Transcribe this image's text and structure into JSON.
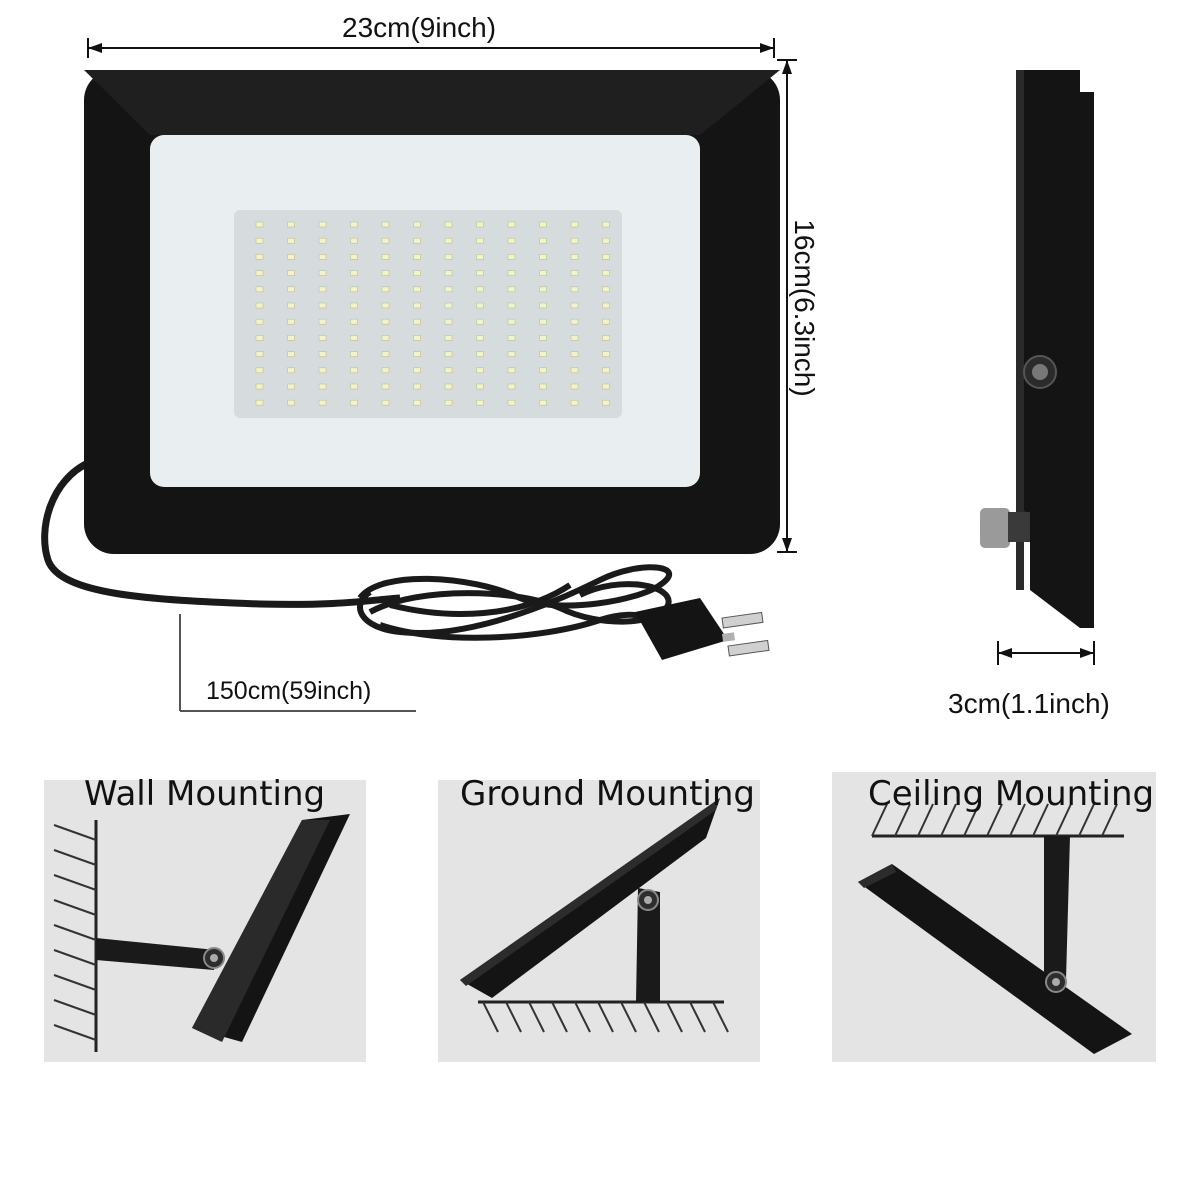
{
  "dimensions": {
    "width": "23cm(9inch)",
    "height": "16cm(6.3inch)",
    "depth": "3cm(1.1inch)",
    "cable": "150cm(59inch)"
  },
  "mounting": [
    {
      "label": "Wall Mounting"
    },
    {
      "label": "Ground Mounting"
    },
    {
      "label": "Ceiling Mounting"
    }
  ],
  "colors": {
    "housing": "#141414",
    "diffuser": "#e9eef0",
    "led_panel": "#d6dcdd",
    "led": "#f2f4c8",
    "panel_bg": "#e4e4e4"
  }
}
